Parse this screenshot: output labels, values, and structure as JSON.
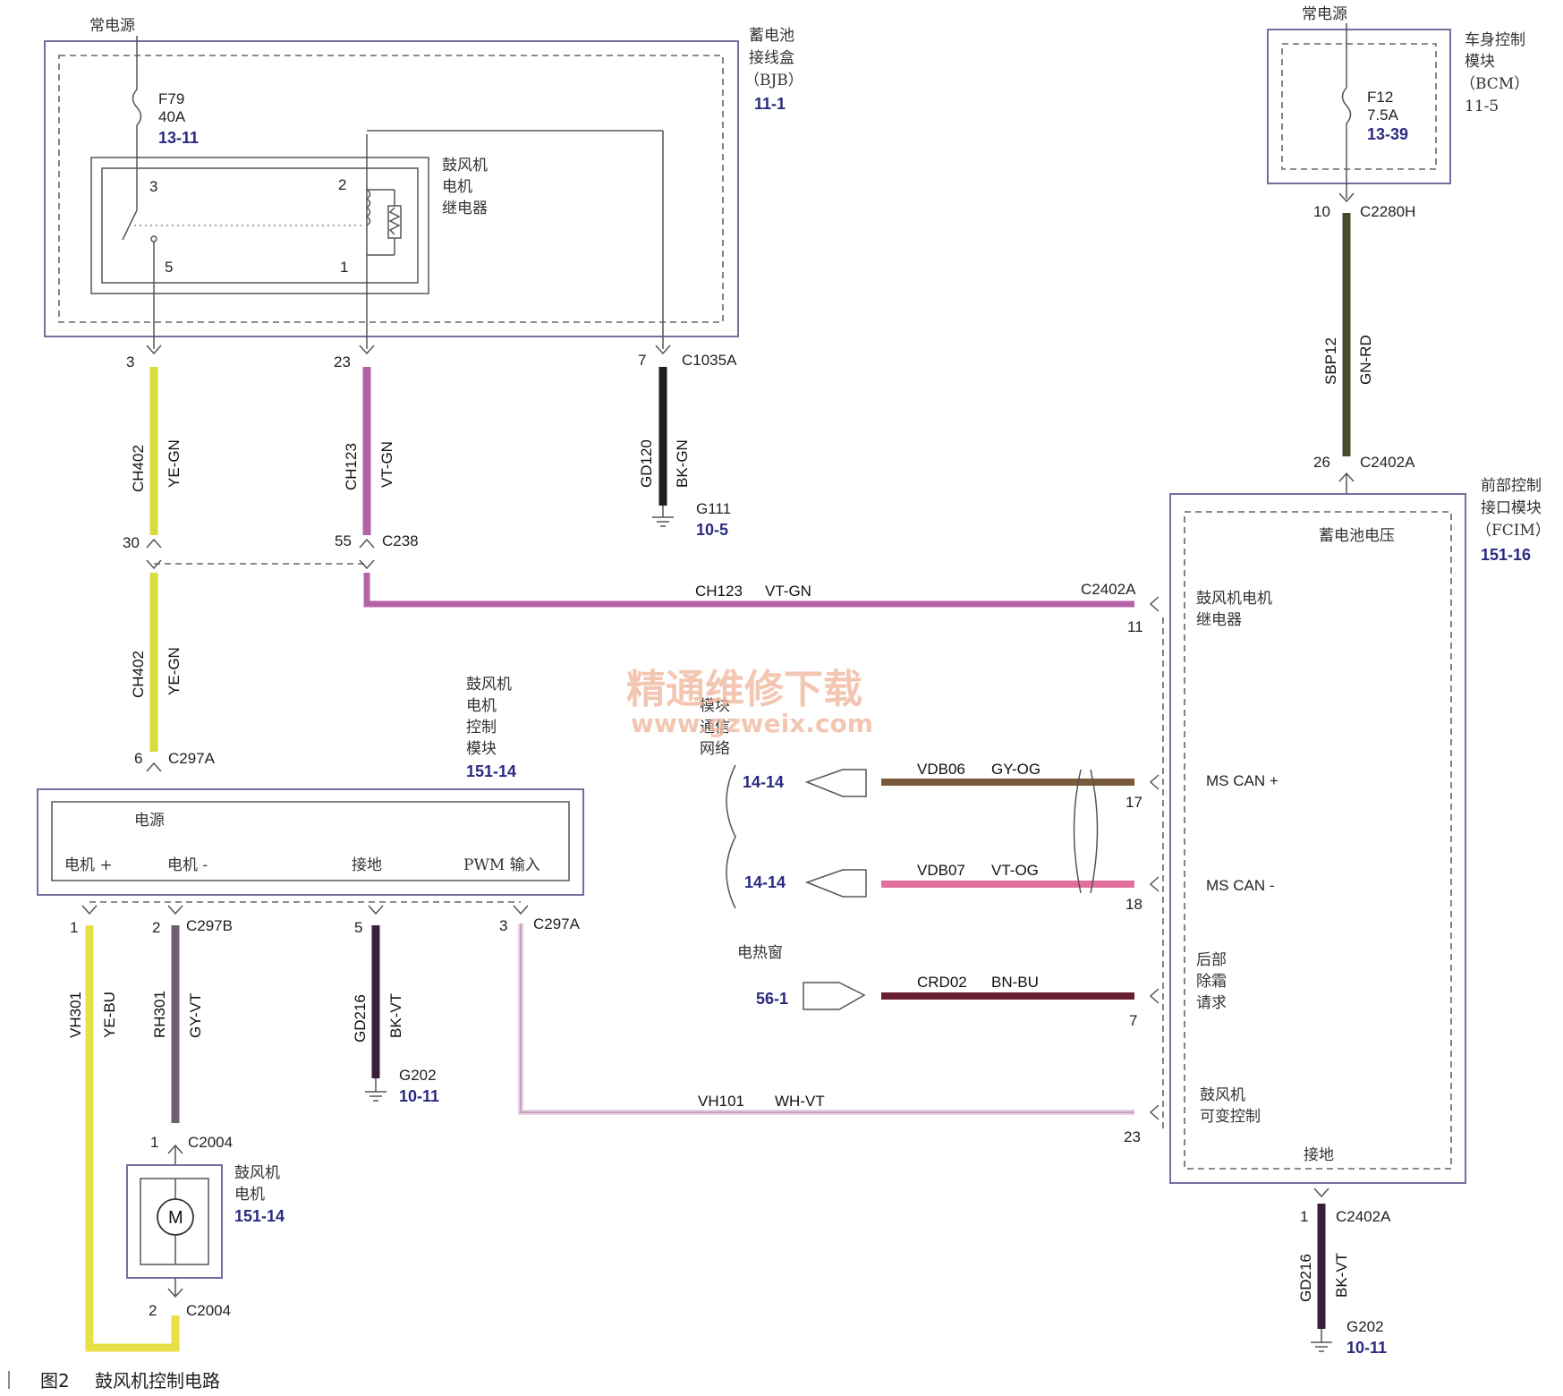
{
  "caption": {
    "fig": "图2",
    "title": "鼓风机控制电路"
  },
  "watermark": {
    "cn": "精通维修下载",
    "url": "www.gzweix.com"
  },
  "bjb": {
    "supply": "常电源",
    "name": [
      "蓄电池",
      "接线盒",
      "（BJB）"
    ],
    "ref": "11-1",
    "fuse": [
      "F79",
      "40A",
      "13-11"
    ],
    "relay_name": [
      "鼓风机",
      "电机",
      "继电器"
    ],
    "relay_pins": [
      "3",
      "2",
      "5",
      "1"
    ]
  },
  "bcm": {
    "supply": "常电源",
    "name": [
      "车身控制",
      "模块",
      "（BCM）",
      "11-5"
    ],
    "fuse": [
      "F12",
      "7.5A",
      "13-39"
    ]
  },
  "fcim": {
    "name": [
      "前部控制",
      "接口模块",
      "（FCIM）"
    ],
    "ref": "151-16",
    "battery_voltage": "蓄电池电压",
    "relay_in": [
      "鼓风机电机",
      "继电器"
    ],
    "can_plus": "MS CAN +",
    "can_minus": "MS CAN -",
    "defrost": [
      "后部",
      "除霜",
      "请求"
    ],
    "blower_var": [
      "鼓风机",
      "可变控制"
    ],
    "ground": "接地"
  },
  "bmcm": {
    "name": [
      "鼓风机",
      "电机",
      "控制",
      "模块"
    ],
    "ref": "151-14",
    "power": "电源",
    "pins": [
      "电机 +",
      "电机 -",
      "接地",
      "PWM 输入"
    ]
  },
  "motor": {
    "name": [
      "鼓风机",
      "电机"
    ],
    "ref": "151-14",
    "symbol": "M"
  },
  "network": {
    "label": [
      "模块",
      "通信",
      "网络"
    ],
    "ref1": "14-14",
    "ref2": "14-14"
  },
  "heated_window": {
    "label": "电热窗",
    "ref": "56-1"
  },
  "wires": {
    "bjb_3": {
      "pin": "3",
      "circuit": "CH402",
      "color": "YE-GN"
    },
    "bjb_23": {
      "pin": "23",
      "circuit": "CH123",
      "color": "VT-GN"
    },
    "bjb_7": {
      "pin": "7",
      "conn": "C1035A",
      "circuit": "GD120",
      "color": "BK-GN",
      "gnd": "G111",
      "gnd_ref": "10-5"
    },
    "c238": {
      "pin30": "30",
      "pin55": "55",
      "conn": "C238"
    },
    "ch402_lower": {
      "circuit": "CH402",
      "color": "YE-GN",
      "pin": "6",
      "conn": "C297A"
    },
    "ch123_h": {
      "circuit": "CH123",
      "color": "VT-GN",
      "conn": "C2402A",
      "pin": "11"
    },
    "bcm_out": {
      "pin": "10",
      "conn": "C2280H",
      "circuit": "SBP12",
      "color": "GN-RD",
      "pin2": "26",
      "conn2": "C2402A"
    },
    "can_p": {
      "circuit": "VDB06",
      "color": "GY-OG",
      "pin": "17"
    },
    "can_m": {
      "circuit": "VDB07",
      "color": "VT-OG",
      "pin": "18"
    },
    "defrost": {
      "circuit": "CRD02",
      "color": "BN-BU",
      "pin": "7"
    },
    "pwm": {
      "circuit": "VH101",
      "color": "WH-VT",
      "pin": "23"
    },
    "fcim_gnd": {
      "pin": "1",
      "conn": "C2402A",
      "circuit": "GD216",
      "color": "BK-VT",
      "gnd": "G202",
      "gnd_ref": "10-11"
    },
    "m_plus": {
      "pin": "1",
      "circuit": "VH301",
      "color": "YE-BU"
    },
    "m_minus": {
      "pin": "2",
      "conn": "C297B",
      "circuit": "RH301",
      "color": "GY-VT"
    },
    "bm_gnd": {
      "pin": "5",
      "circuit": "GD216",
      "color": "BK-VT",
      "gnd": "G202",
      "gnd_ref": "10-11"
    },
    "bm_pwm": {
      "pin": "3",
      "conn": "C297A"
    },
    "motor_top": {
      "pin": "1",
      "conn": "C2004"
    },
    "motor_bot": {
      "pin": "2",
      "conn": "C2004"
    }
  },
  "colors": {
    "ye_gn": "#d4dd3c",
    "vt_gn": "#b463a8",
    "bk": "#1f1f1f",
    "gn_rd": "#4a4a2a",
    "gy_og": "#7a5a3a",
    "vt_og": "#e2709a",
    "bn_bu": "#6a2030",
    "wh_vt": "#e8d0e2",
    "ye_bu": "#e8e046",
    "gy_vt": "#6f5f72",
    "bk_vt": "#3a1f3a"
  }
}
